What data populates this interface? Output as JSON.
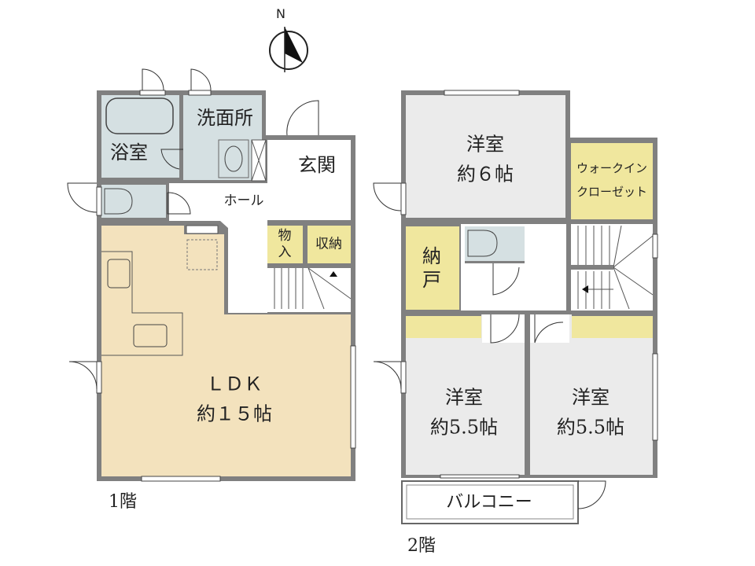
{
  "compass": {
    "label": "N"
  },
  "colors": {
    "wall": "#808080",
    "room": "#ebebeb",
    "wet": "#d5e0e2",
    "storage": "#f0e79e",
    "ldk": "#f3e2bd"
  },
  "floor1": {
    "label": "1階",
    "rooms": {
      "bath": "浴室",
      "washroom": "洗面所",
      "entrance": "玄関",
      "hall": "ホール",
      "closet": [
        "物",
        "入"
      ],
      "storage": "収納",
      "ldk": {
        "name": "ＬＤＫ",
        "size": "約１５帖"
      }
    }
  },
  "floor2": {
    "label": "2階",
    "rooms": {
      "western_6": {
        "name": "洋室",
        "size": "約６帖"
      },
      "walkin": [
        "ウォークイン",
        "クローゼット"
      ],
      "nando": [
        "納",
        "戸"
      ],
      "western_left": {
        "name": "洋室",
        "size": "約5.5帖"
      },
      "western_right": {
        "name": "洋室",
        "size": "約5.5帖"
      },
      "balcony": "バルコニー"
    }
  }
}
